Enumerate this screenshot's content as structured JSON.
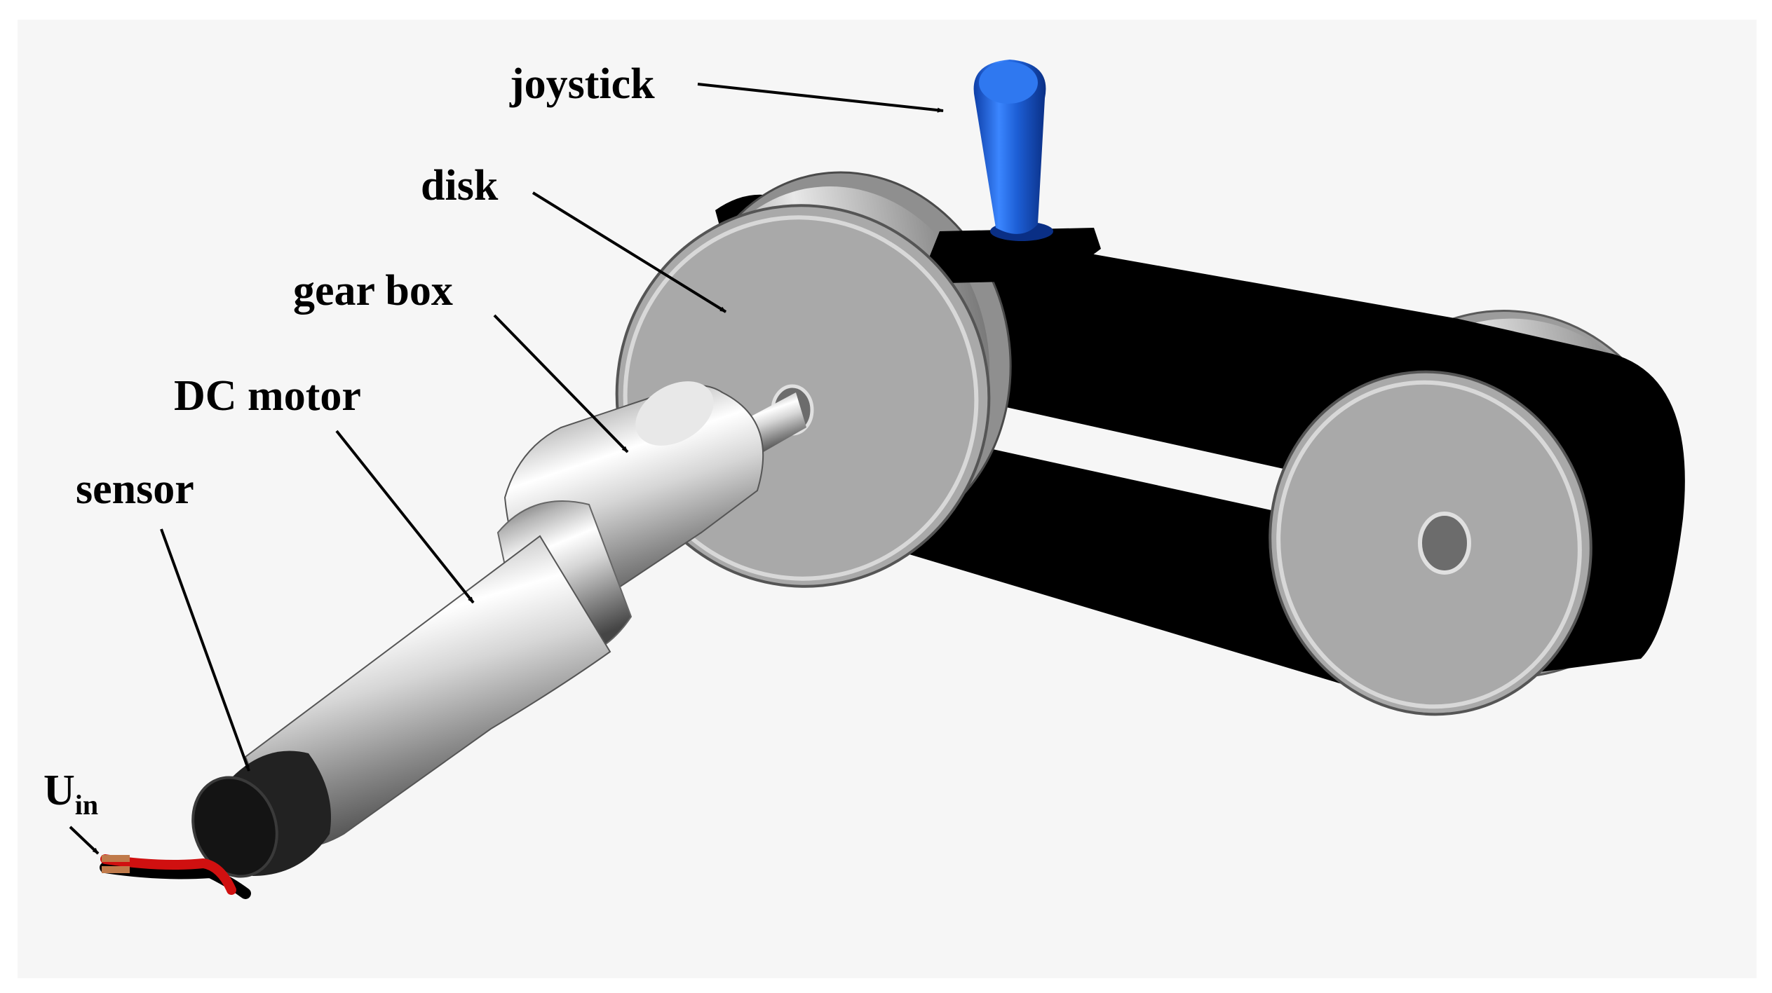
{
  "labels": {
    "joystick": "joystick",
    "disk": "disk",
    "gearbox": "gear box",
    "dcmotor": "DC motor",
    "sensor": "sensor",
    "uin_main": "U",
    "uin_sub": "in"
  },
  "colors": {
    "background": "#f6f6f6",
    "disk": "#a9a9a9",
    "belt": "#000000",
    "joystick": "#1d5fd6",
    "motor": "#c4c4c4",
    "sensor_cap": "#1a1a1a",
    "wire_red": "#d01010",
    "wire_copper": "#c07a4a"
  }
}
